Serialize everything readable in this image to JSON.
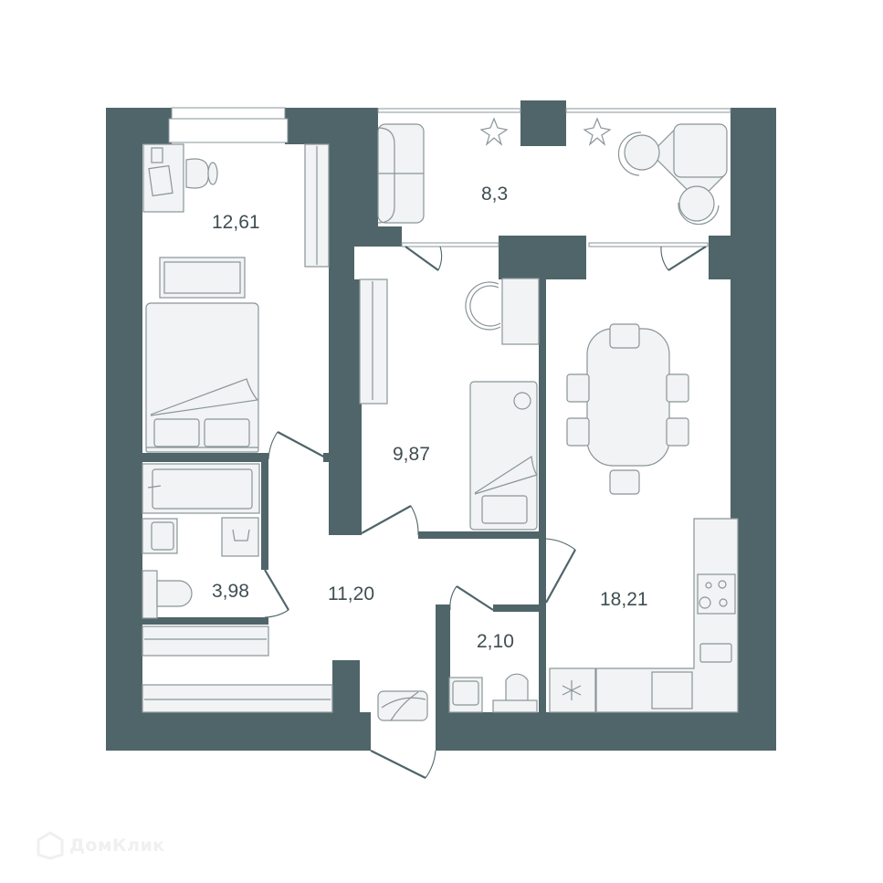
{
  "plan": {
    "title": "Apartment floor plan",
    "wall_color": "#4f6569",
    "furniture_fill": "#f1f3f4",
    "line_color": "#8a9598",
    "rooms": [
      {
        "id": "bedroom",
        "area": "12,61"
      },
      {
        "id": "balcony",
        "area": "8,3"
      },
      {
        "id": "kids-room",
        "area": "9,87"
      },
      {
        "id": "bathroom",
        "area": "3,98"
      },
      {
        "id": "hallway",
        "area": "11,20"
      },
      {
        "id": "wc",
        "area": "2,10"
      },
      {
        "id": "kitchen-living",
        "area": "18,21"
      }
    ]
  },
  "watermark": {
    "brand": "ДомКлик",
    "icon": "domclick-house-icon"
  }
}
